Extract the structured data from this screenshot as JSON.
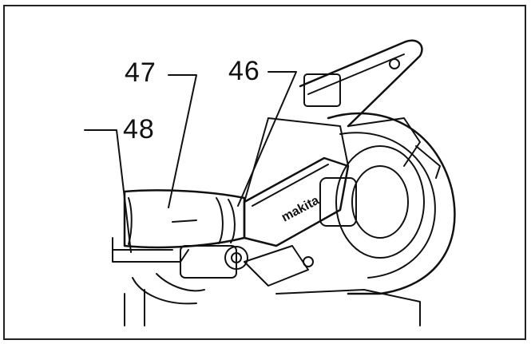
{
  "figure": {
    "callouts": [
      {
        "id": "47",
        "label": "47"
      },
      {
        "id": "46",
        "label": "46"
      },
      {
        "id": "48",
        "label": "48"
      }
    ],
    "brand_mark": "makita",
    "colors": {
      "line": "#111111",
      "background": "#ffffff"
    }
  }
}
